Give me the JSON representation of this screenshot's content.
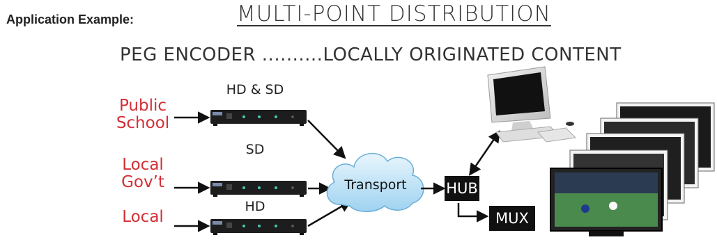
{
  "header": {
    "label": "Application Example:",
    "title": "MULTI-POINT DISTRIBUTION",
    "subtitle": "PEG ENCODER ..........LOCALLY ORIGINATED CONTENT"
  },
  "sources": [
    {
      "lines": [
        "Public",
        "School"
      ]
    },
    {
      "lines": [
        "Local",
        "Gov’t"
      ]
    },
    {
      "lines": [
        "Local"
      ]
    }
  ],
  "encoders": [
    {
      "label": "HD & SD"
    },
    {
      "label": "SD"
    },
    {
      "label": "HD"
    }
  ],
  "cloud": {
    "label": "Transport"
  },
  "hub": {
    "label": "HUB"
  },
  "mux": {
    "label": "MUX"
  },
  "colors": {
    "source_text": "#d32f35",
    "box_fill": "#111111",
    "cloud_fill": "#bfe3f7"
  }
}
